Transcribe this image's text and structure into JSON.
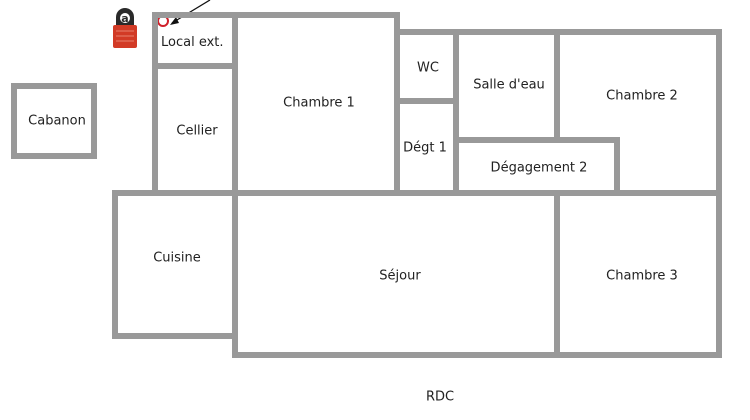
{
  "plan": {
    "level_label": "RDC",
    "wall_color": "#999999",
    "marker_color": "#d0202a",
    "rooms": [
      {
        "id": "local-ext",
        "label": "Local ext."
      },
      {
        "id": "cellier",
        "label": "Cellier"
      },
      {
        "id": "chambre-1",
        "label": "Chambre 1"
      },
      {
        "id": "wc",
        "label": "WC"
      },
      {
        "id": "salle-deau",
        "label": "Salle d'eau"
      },
      {
        "id": "chambre-2",
        "label": "Chambre 2"
      },
      {
        "id": "degt-1",
        "label": "Dégt 1"
      },
      {
        "id": "degagement-2",
        "label": "Dégagement 2"
      },
      {
        "id": "cabanon",
        "label": "Cabanon"
      },
      {
        "id": "cuisine",
        "label": "Cuisine"
      },
      {
        "id": "sejour",
        "label": "Séjour"
      },
      {
        "id": "chambre-3",
        "label": "Chambre 3"
      }
    ],
    "logo": {
      "icon": "padlock-a-logo-icon",
      "letter": "a"
    }
  }
}
